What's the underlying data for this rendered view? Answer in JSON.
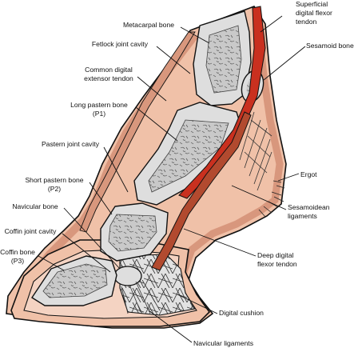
{
  "colors": {
    "skin": "#f0c1a8",
    "skin_dark": "#d8977d",
    "bone": "#c6c6c6",
    "bone_light": "#dedede",
    "tendon": "#b24a2f",
    "tendon_bright": "#c9301f",
    "hoof_line": "#111111",
    "hair": "#222222"
  },
  "labels": {
    "superficial_flexor": [
      "Superficial",
      "digital flexor",
      "tendon"
    ],
    "metacarpal": [
      "Metacarpal bone"
    ],
    "sesamoid": [
      "Sesamoid bone"
    ],
    "fetlock_joint": [
      "Fetlock joint cavity"
    ],
    "common_extensor": [
      "Common digital",
      "extensor tendon"
    ],
    "long_pastern": [
      "Long pastern bone",
      "(P1)"
    ],
    "pastern_joint": [
      "Pastern joint cavity"
    ],
    "ergot": [
      "Ergot"
    ],
    "short_pastern": [
      "Short pastern bone",
      "(P2)"
    ],
    "sesamoidean": [
      "Sesamoidean",
      "ligaments"
    ],
    "navicular_bone": [
      "Navicular bone"
    ],
    "coffin_joint": [
      "Coffin joint cavity"
    ],
    "coffin_bone": [
      "Coffin bone",
      "(P3)"
    ],
    "deep_flexor": [
      "Deep digital",
      "flexor tendon"
    ],
    "digital_cushion": [
      "Digital cushion"
    ],
    "navicular_ligaments": [
      "Navicular ligaments"
    ]
  }
}
